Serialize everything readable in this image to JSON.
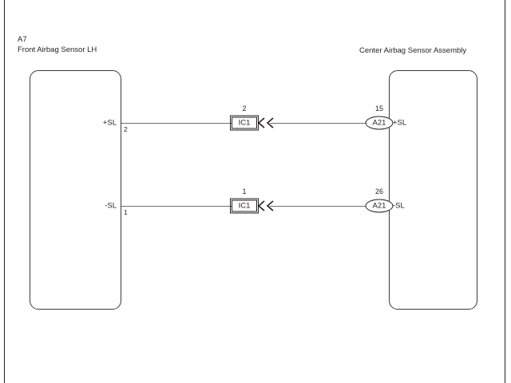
{
  "diagram": {
    "type": "wiring-diagram",
    "left_component": {
      "code": "A7",
      "name": "Front Airbag Sensor LH"
    },
    "right_component": {
      "code": "",
      "name": "Center Airbag Sensor Assembly"
    },
    "circuits": [
      {
        "id": "upper",
        "left_terminal": "+SL",
        "left_pin": "2",
        "inline_connector": "IC1",
        "inline_connector_pin": "2",
        "junction": "A21",
        "junction_pin": "15",
        "right_terminal": "+SL"
      },
      {
        "id": "lower",
        "left_terminal": "-SL",
        "left_pin": "1",
        "inline_connector": "IC1",
        "inline_connector_pin": "1",
        "junction": "A21",
        "junction_pin": "26",
        "right_terminal": "-SL"
      }
    ],
    "colors": {
      "line": "#6f6f72",
      "outline": "#3b3b3e",
      "text": "#231f20",
      "background": "#ffffff"
    }
  }
}
